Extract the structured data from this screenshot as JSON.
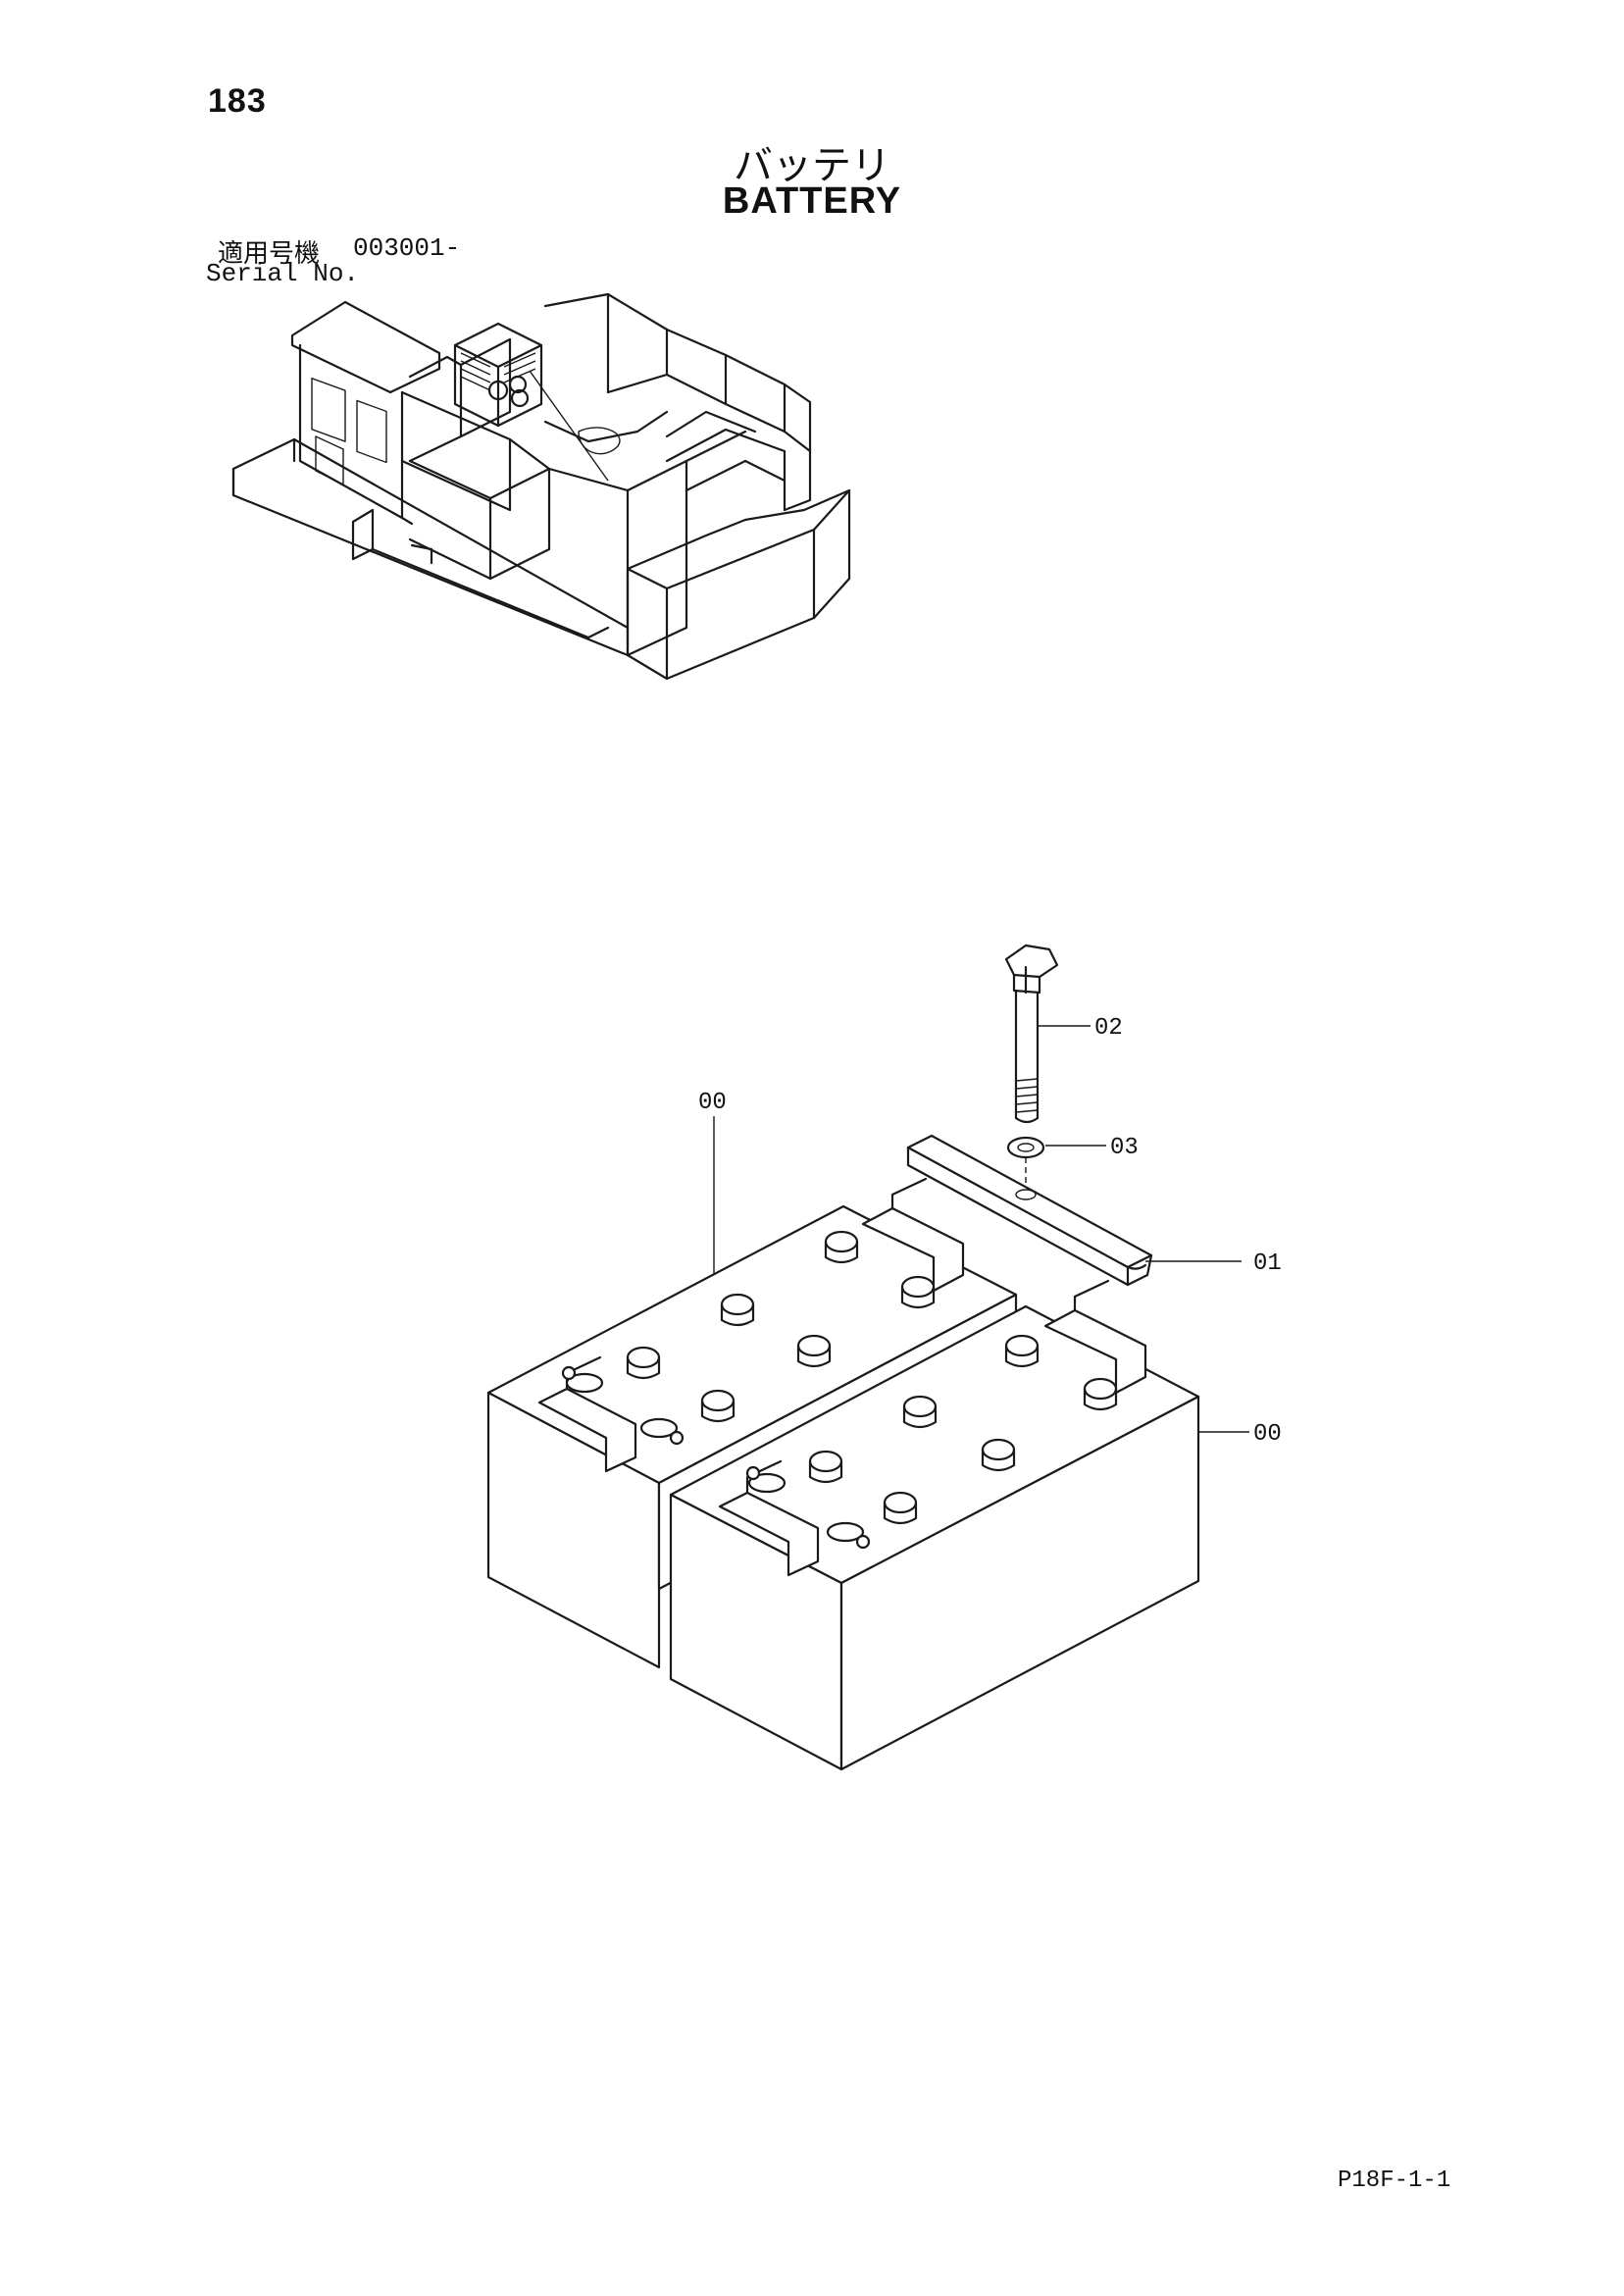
{
  "header": {
    "page_number": "183",
    "title_jp": "バッテリ",
    "title_en": "BATTERY"
  },
  "serial": {
    "label_jp": "適用号機",
    "value": "003001-",
    "label_en": "Serial No."
  },
  "callouts": [
    {
      "id": "02",
      "label": "02"
    },
    {
      "id": "00-left",
      "label": "00"
    },
    {
      "id": "03",
      "label": "03"
    },
    {
      "id": "01",
      "label": "01"
    },
    {
      "id": "00-right",
      "label": "00"
    }
  ],
  "footer": {
    "page_code": "P18F-1-1"
  }
}
